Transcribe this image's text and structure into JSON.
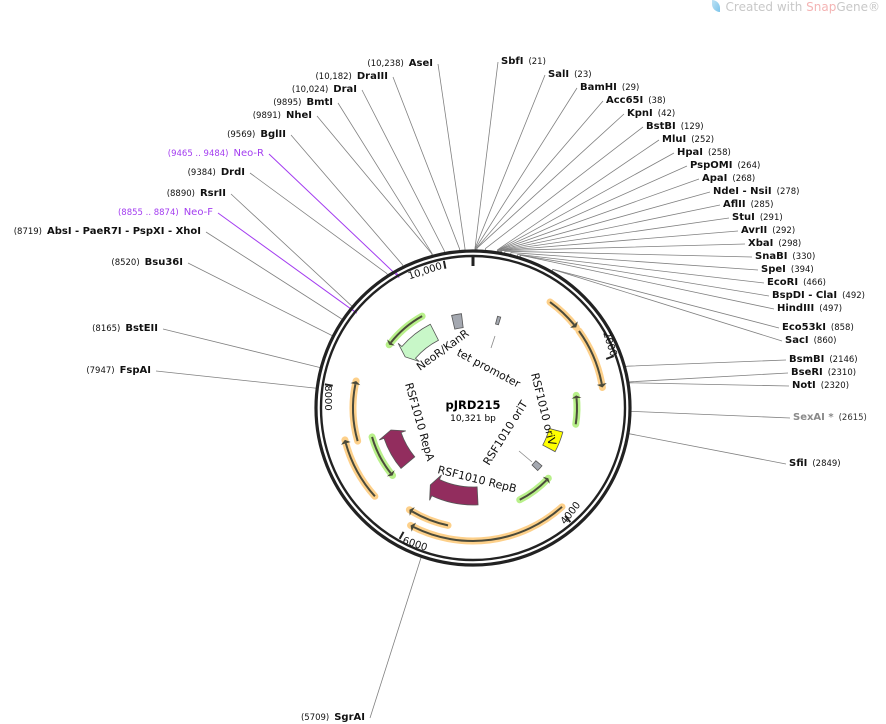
{
  "watermark": {
    "prefix": "Created with ",
    "brand_a": "Snap",
    "brand_b": "Gene",
    "mark": "®"
  },
  "plasmid": {
    "name": "pJRD215",
    "length_label": "10,321 bp",
    "total_bp": 10321
  },
  "ticks": [
    {
      "bp": 2000,
      "label": "2000"
    },
    {
      "bp": 4000,
      "label": "4000"
    },
    {
      "bp": 6000,
      "label": "6000"
    },
    {
      "bp": 8000,
      "label": "8000"
    },
    {
      "bp": 10000,
      "label": "10,000"
    }
  ],
  "colors": {
    "ring": "#222222",
    "primer": "#a33cf0",
    "orange_halo": "#fdd08a",
    "green_halo": "#b8f08a",
    "arrow_line": "#4a4a3a",
    "neo": "#c8f7c8",
    "rep": "#922d5e",
    "oriV": "#ffff00",
    "gray_feature": "#a4a8b0"
  },
  "enzymes": [
    {
      "name": "AseI",
      "pos": "(10,238)",
      "bp": 10238
    },
    {
      "name": "DraIII",
      "pos": "(10,182)",
      "bp": 10182
    },
    {
      "name": "DraI",
      "pos": "(10,024)",
      "bp": 10024
    },
    {
      "name": "BmtI",
      "pos": "(9895)",
      "bp": 9895
    },
    {
      "name": "NheI",
      "pos": "(9891)",
      "bp": 9891
    },
    {
      "name": "BglII",
      "pos": "(9569)",
      "bp": 9569
    },
    {
      "name": "Neo-R",
      "pos": "(9465 .. 9484)",
      "bp": 9475,
      "type": "primer"
    },
    {
      "name": "DrdI",
      "pos": "(9384)",
      "bp": 9384
    },
    {
      "name": "RsrII",
      "pos": "(8890)",
      "bp": 8890
    },
    {
      "name": "Neo-F",
      "pos": "(8855 .. 8874)",
      "bp": 8865,
      "type": "primer"
    },
    {
      "name": "AbsI  - PaeR7I  - PspXI  - XhoI",
      "pos": "(8719)",
      "bp": 8719
    },
    {
      "name": "Bsu36I",
      "pos": "(8520)",
      "bp": 8520
    },
    {
      "name": "BstEII",
      "pos": "(8165)",
      "bp": 8165
    },
    {
      "name": "FspAI",
      "pos": "(7947)",
      "bp": 7947
    },
    {
      "name": "SgrAI",
      "pos": "(5709)",
      "bp": 5709
    },
    {
      "name": "SbfI",
      "pos": "(21)",
      "bp": 21
    },
    {
      "name": "SalI",
      "pos": "(23)",
      "bp": 23
    },
    {
      "name": "BamHI",
      "pos": "(29)",
      "bp": 29
    },
    {
      "name": "Acc65I",
      "pos": "(38)",
      "bp": 38
    },
    {
      "name": "KpnI",
      "pos": "(42)",
      "bp": 42
    },
    {
      "name": "BstBI",
      "pos": "(129)",
      "bp": 129
    },
    {
      "name": "MluI",
      "pos": "(252)",
      "bp": 252
    },
    {
      "name": "HpaI",
      "pos": "(258)",
      "bp": 258
    },
    {
      "name": "PspOMI",
      "pos": "(264)",
      "bp": 264
    },
    {
      "name": "ApaI",
      "pos": "(268)",
      "bp": 268
    },
    {
      "name": "NdeI  - NsiI",
      "pos": "(278)",
      "bp": 278
    },
    {
      "name": "AflII",
      "pos": "(285)",
      "bp": 285
    },
    {
      "name": "StuI",
      "pos": "(291)",
      "bp": 291
    },
    {
      "name": "AvrII",
      "pos": "(292)",
      "bp": 292
    },
    {
      "name": "XbaI",
      "pos": "(298)",
      "bp": 298
    },
    {
      "name": "SnaBI",
      "pos": "(330)",
      "bp": 330
    },
    {
      "name": "SpeI",
      "pos": "(394)",
      "bp": 394
    },
    {
      "name": "EcoRI",
      "pos": "(466)",
      "bp": 466
    },
    {
      "name": "BspDI  - ClaI",
      "pos": "(492)",
      "bp": 492
    },
    {
      "name": "HindIII",
      "pos": "(497)",
      "bp": 497
    },
    {
      "name": "Eco53kI",
      "pos": "(858)",
      "bp": 858
    },
    {
      "name": "SacI",
      "pos": "(860)",
      "bp": 860
    },
    {
      "name": "BsmBI",
      "pos": "(2146)",
      "bp": 2146
    },
    {
      "name": "BseRI",
      "pos": "(2310)",
      "bp": 2310
    },
    {
      "name": "NotI",
      "pos": "(2320)",
      "bp": 2320
    },
    {
      "name": "SexAI *",
      "pos": "(2615)",
      "bp": 2615,
      "type": "gray"
    },
    {
      "name": "SfiI",
      "pos": "(2849)",
      "bp": 2849
    }
  ],
  "features": [
    {
      "id": "orf-1",
      "kind": "line",
      "color": "orange",
      "start": 1032,
      "end": 1491,
      "dir": "cw",
      "ring": 131
    },
    {
      "id": "orf-2",
      "kind": "line",
      "color": "orange",
      "start": 1548,
      "end": 2322,
      "dir": "cw",
      "ring": 131
    },
    {
      "id": "orf-3",
      "kind": "line",
      "color": "green",
      "start": 2380,
      "end": 2838,
      "dir": "ccw",
      "ring": 104
    },
    {
      "id": "oriV",
      "kind": "box",
      "color": "oriV",
      "start": 3010,
      "end": 3383,
      "ring": 86
    },
    {
      "id": "oriT",
      "kind": "box",
      "color": "gray_feature",
      "start": 3727,
      "end": 3842,
      "ring": 86,
      "thin": true
    },
    {
      "id": "orf-4",
      "kind": "line",
      "color": "green",
      "start": 3813,
      "end": 4387,
      "dir": "ccw",
      "ring": 103
    },
    {
      "id": "orf-5",
      "kind": "line",
      "color": "orange",
      "start": 3956,
      "end": 5963,
      "dir": "cw",
      "ring": 133
    },
    {
      "id": "orf-6",
      "kind": "line",
      "color": "orange",
      "start": 5505,
      "end": 6078,
      "dir": "cw",
      "ring": 120
    },
    {
      "id": "RepB",
      "kind": "arrow",
      "color": "rep",
      "start": 5075,
      "end": 5992,
      "dir": "cw",
      "ring": 88
    },
    {
      "id": "RepA",
      "kind": "arrow",
      "color": "rep",
      "start": 6594,
      "end": 7311,
      "dir": "cw",
      "ring": 85
    },
    {
      "id": "orf-7",
      "kind": "line",
      "color": "green",
      "start": 6594,
      "end": 7282,
      "dir": "ccw",
      "ring": 105
    },
    {
      "id": "orf-8",
      "kind": "line",
      "color": "orange",
      "start": 6537,
      "end": 7340,
      "dir": "cw",
      "ring": 132
    },
    {
      "id": "orf-9",
      "kind": "line",
      "color": "orange",
      "start": 7282,
      "end": 8114,
      "dir": "cw",
      "ring": 120
    },
    {
      "id": "orf-10",
      "kind": "line",
      "color": "green",
      "start": 8802,
      "end": 9490,
      "dir": "ccw",
      "ring": 105
    },
    {
      "id": "NeoR",
      "kind": "arrow",
      "color": "neo",
      "start": 8802,
      "end": 9547,
      "dir": "ccw",
      "ring": 85
    },
    {
      "id": "gray-top",
      "kind": "box",
      "color": "gray_feature",
      "start": 9948,
      "end": 10121,
      "ring": 88
    },
    {
      "id": "tet-promoter",
      "kind": "box",
      "color": "gray_feature",
      "start": 430,
      "end": 487,
      "ring": 91,
      "thin": true
    }
  ],
  "feature_labels": [
    {
      "id": "neor",
      "text": "NeoR/KanR"
    },
    {
      "id": "tet",
      "text": "tet promoter"
    },
    {
      "id": "oriv",
      "text": "RSF1010 oriV"
    },
    {
      "id": "orit",
      "text": "RSF1010 oriT"
    },
    {
      "id": "repb",
      "text": "RSF1010 RepB"
    },
    {
      "id": "repa",
      "text": "RSF1010 RepA"
    }
  ]
}
